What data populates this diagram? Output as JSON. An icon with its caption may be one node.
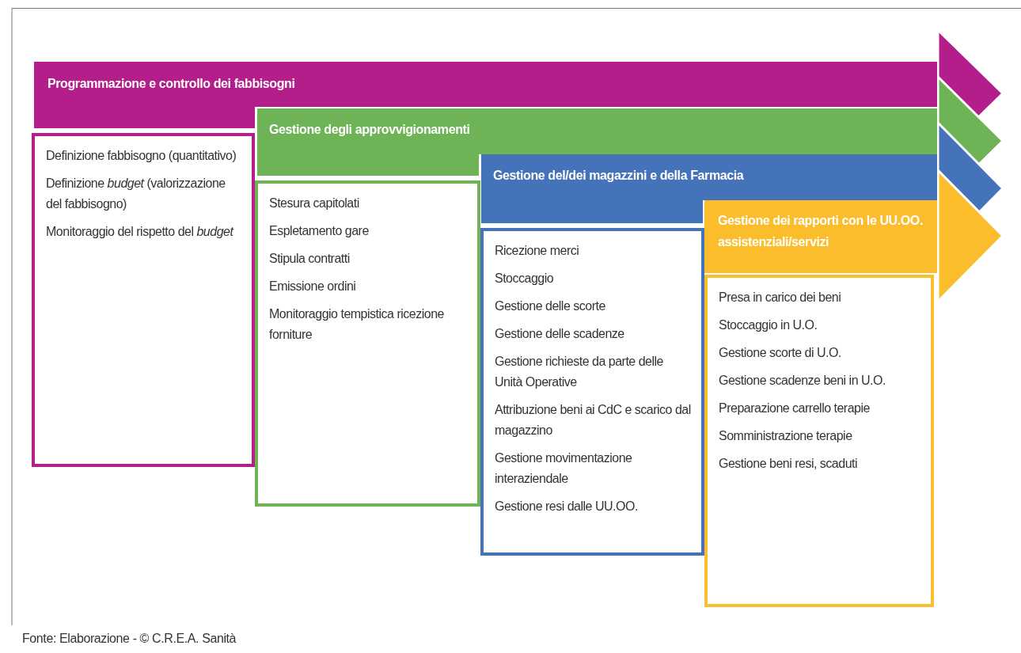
{
  "diagram": {
    "caption": "Fonte: Elaborazione - © C.R.E.A. Sanità",
    "nodes": [
      {
        "text": [
          "Programmazione e controllo dei fabbisogni"
        ]
      },
      {
        "text": [
          "Definizione fabbisogno (quantitativo)",
          "Definizione *budget* (valorizzazione del fabbisogno)",
          "Monitoraggio del rispetto del *budget*"
        ]
      },
      {
        "text": [
          "Gestione degli approvvigionamenti"
        ]
      },
      {
        "text": [
          "Stesura capitolati",
          "Espletamento gare",
          "Stipula contratti",
          "Emissione ordini",
          "Monitoraggio tempistica ricezione forniture"
        ]
      },
      {
        "text": [
          "Gestione del/dei magazzini e della Farmacia"
        ]
      },
      {
        "text": [
          "Ricezione merci",
          "Stoccaggio",
          "Gestione delle scorte",
          "Gestione delle scadenze",
          "Gestione richieste da parte delle Unità Operative",
          "Attribuzione beni ai CdC e scarico dal magazzino",
          "Gestione movimentazione interaziendale",
          "Gestione resi dalle UU.OO."
        ]
      },
      {
        "text": [
          "Gestione dei rapporti con le UU.OO. assistenziali/servizi"
        ]
      },
      {
        "text": [
          "Presa in carico dei beni",
          "Stoccaggio in U.O.",
          "Gestione scorte di U.O.",
          "Gestione scadenze beni in U.O.",
          "Preparazione carrello terapie",
          "Somministrazione terapie",
          "Gestione beni resi, scaduti"
        ]
      }
    ]
  }
}
